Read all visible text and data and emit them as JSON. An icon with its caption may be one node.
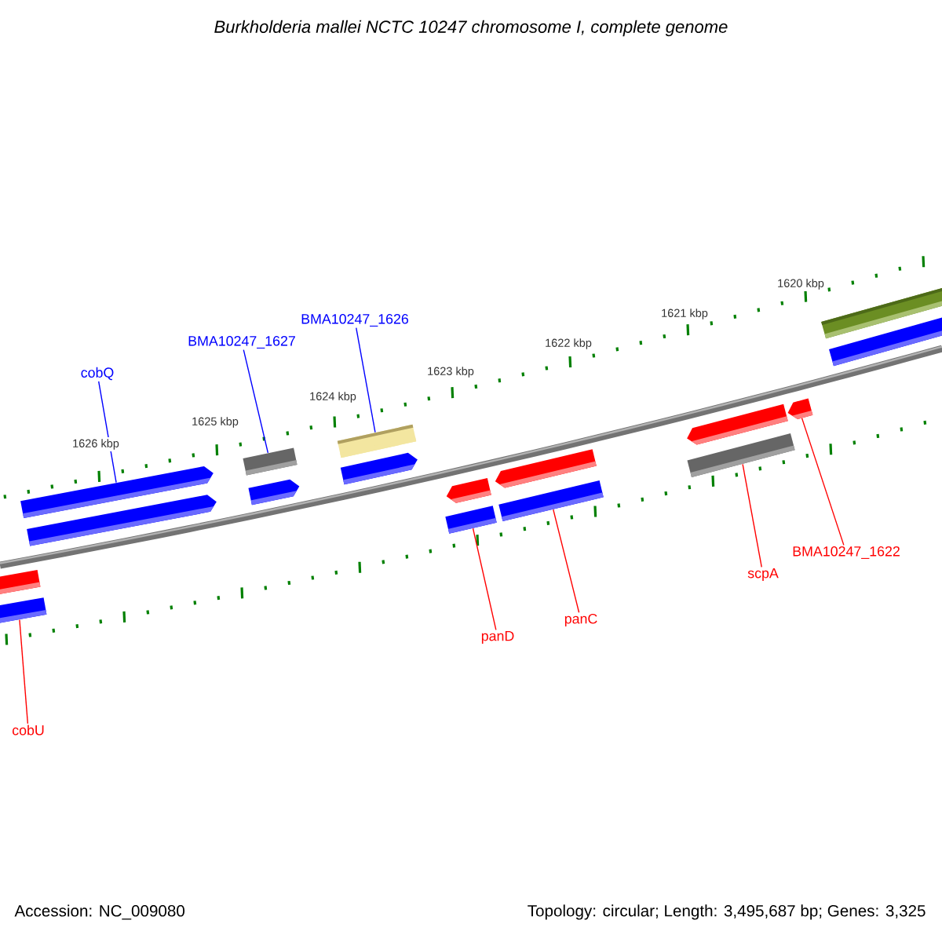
{
  "diagram": {
    "title": "Burkholderia mallei NCTC 10247 chromosome I, complete genome",
    "nodes": [
      {
        "text": [
          "cobQ"
        ]
      },
      {
        "text": [
          "BMA10247_1627"
        ]
      },
      {
        "text": [
          "BMA10247_1626"
        ]
      },
      {
        "text": [
          "BMA10247_1622"
        ]
      },
      {
        "text": [
          "scpA"
        ]
      },
      {
        "text": [
          "panC"
        ]
      },
      {
        "text": [
          "panD"
        ]
      },
      {
        "text": [
          "cobU"
        ]
      },
      {
        "text": [],
        "shape": "bar"
      },
      {
        "text": [],
        "shape": "bar"
      },
      {
        "text": [],
        "shape": "bar"
      },
      {
        "text": [],
        "shape": "bar"
      },
      {
        "text": [],
        "shape": "bar"
      },
      {
        "text": [],
        "shape": "bar"
      },
      {
        "text": [],
        "shape": "bar"
      },
      {
        "text": [],
        "shape": "bar"
      },
      {
        "text": [],
        "shape": "bar"
      },
      {
        "text": [],
        "shape": "bar"
      },
      {
        "text": [],
        "shape": "bar"
      },
      {
        "text": [],
        "shape": "bar"
      },
      {
        "text": [],
        "shape": "bar"
      },
      {
        "text": [],
        "shape": "bar"
      },
      {
        "text": [],
        "shape": "bar"
      },
      {
        "text": [],
        "shape": "bar"
      },
      {
        "text": [],
        "shape": "bar"
      }
    ],
    "edges": [
      {
        "from": 0,
        "to": 10,
        "arrow": "none",
        "color": "#0000ff"
      },
      {
        "from": 1,
        "to": 12,
        "arrow": "none",
        "color": "#0000ff"
      },
      {
        "from": 2,
        "to": 14,
        "arrow": "none",
        "color": "#0000ff"
      },
      {
        "from": 3,
        "to": 22,
        "arrow": "none"
      },
      {
        "from": 4,
        "to": 21,
        "arrow": "none"
      },
      {
        "from": 5,
        "to": 19,
        "arrow": "none"
      },
      {
        "from": 6,
        "to": 17,
        "arrow": "none"
      },
      {
        "from": 7,
        "to": 9,
        "arrow": "none"
      }
    ],
    "labels": [
      "1620 kbp",
      "1621 kbp",
      "1622 kbp",
      "1623 kbp",
      "1624 kbp",
      "1625 kbp",
      "1626 kbp",
      "Accession: NC_009080",
      "Topology: circular; Length: 3,495,687 bp; Genes: 3,325"
    ]
  }
}
